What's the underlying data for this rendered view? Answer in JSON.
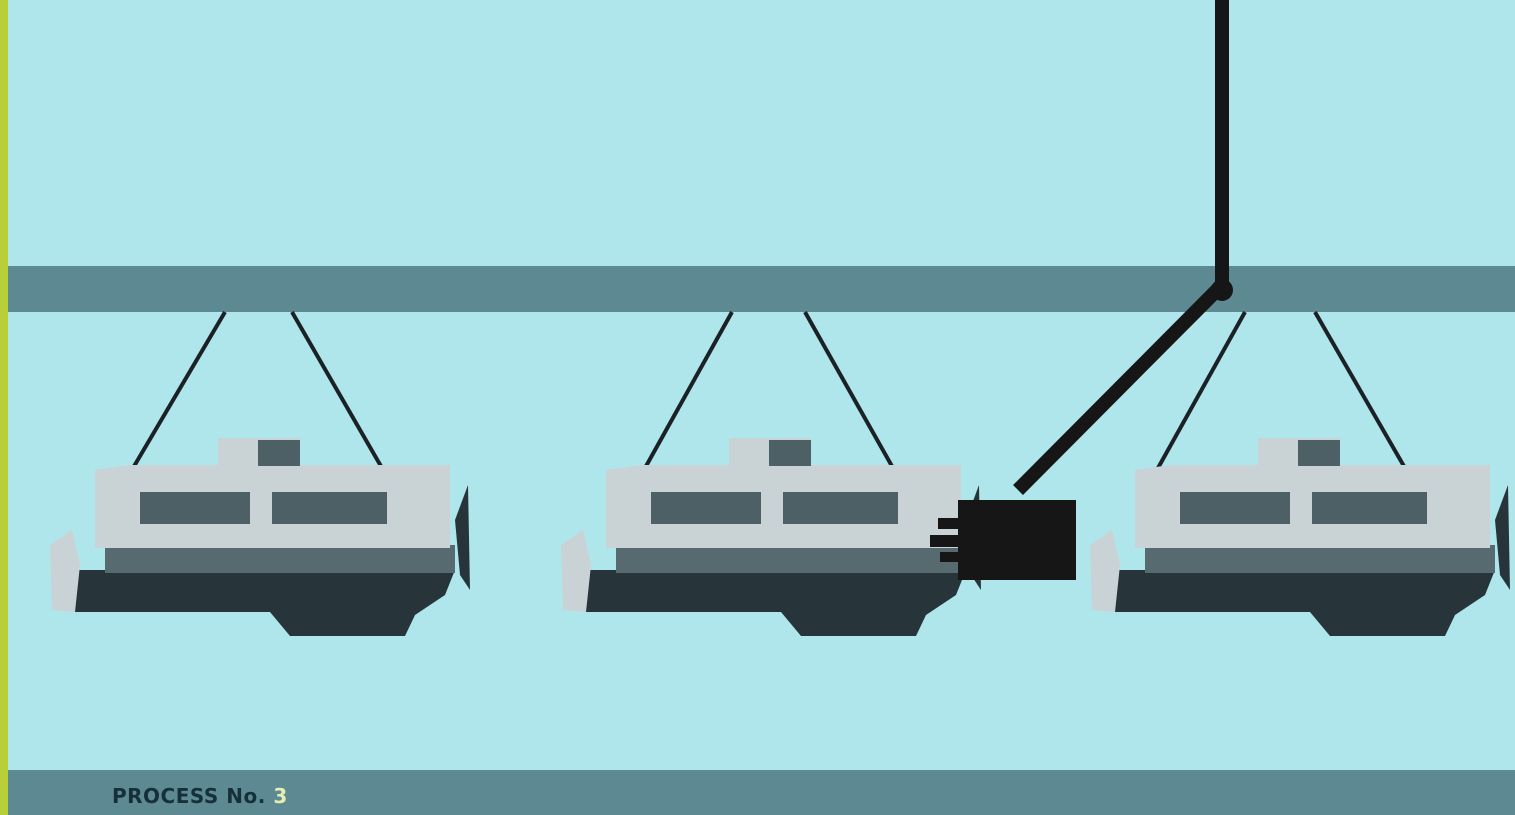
{
  "caption": {
    "prefix": "PROCESS No.",
    "number": "3"
  },
  "colors": {
    "background": "#aee6ec",
    "rail": "#5d8993",
    "boat_light": "#c9d3d6",
    "boat_dark": "#27353b",
    "window": "#4c6066",
    "black": "#161616",
    "left_edge": "#b9cf3a"
  },
  "scene": {
    "hanging_boat_count": 3,
    "tool": "overhead-spray-arm"
  }
}
